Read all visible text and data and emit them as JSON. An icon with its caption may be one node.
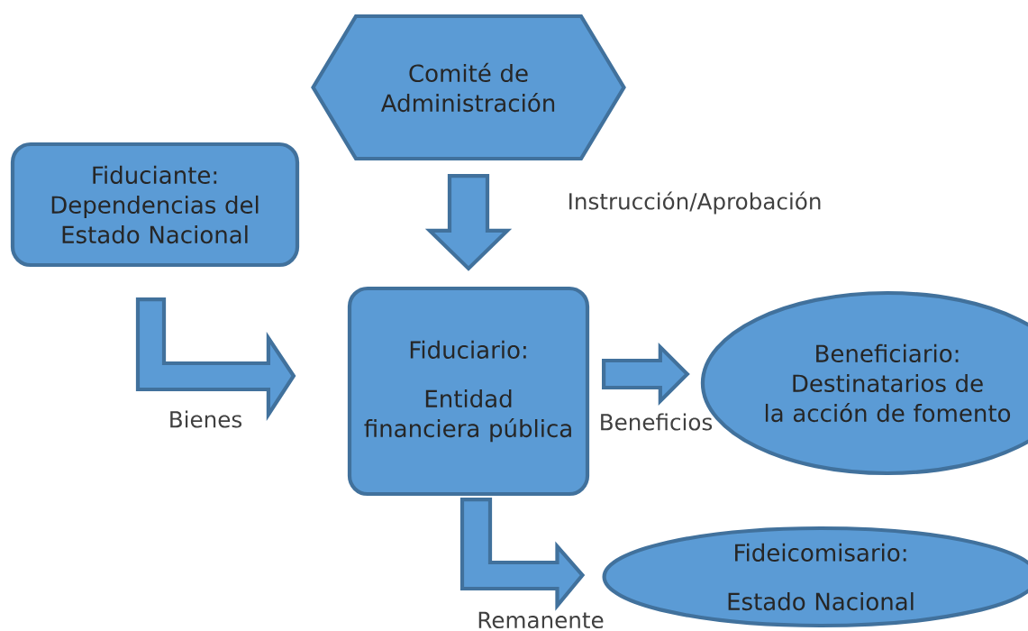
{
  "diagram": {
    "nodes": [
      {
        "text": [
          "Comité de Administración"
        ]
      },
      {
        "text": [
          "Fiduciante: Dependencias del Estado Nacional"
        ]
      },
      {
        "text": [
          "Fiduciario:",
          "Entidad financiera pública"
        ]
      },
      {
        "text": [
          "Beneficiario: Destinatarios de la acción de fomento"
        ]
      },
      {
        "text": [
          "Fideicomisario:",
          "Estado Nacional"
        ]
      }
    ],
    "edges": [
      {
        "from": 0,
        "to": 2,
        "arrow": "to",
        "label": "Instrucción/Aprobación"
      },
      {
        "from": 1,
        "to": 2,
        "arrow": "to",
        "label": "Bienes"
      },
      {
        "from": 2,
        "to": 3,
        "arrow": "to",
        "label": "Beneficios"
      },
      {
        "from": 2,
        "to": 4,
        "arrow": "to",
        "label": "Remanente"
      }
    ]
  }
}
